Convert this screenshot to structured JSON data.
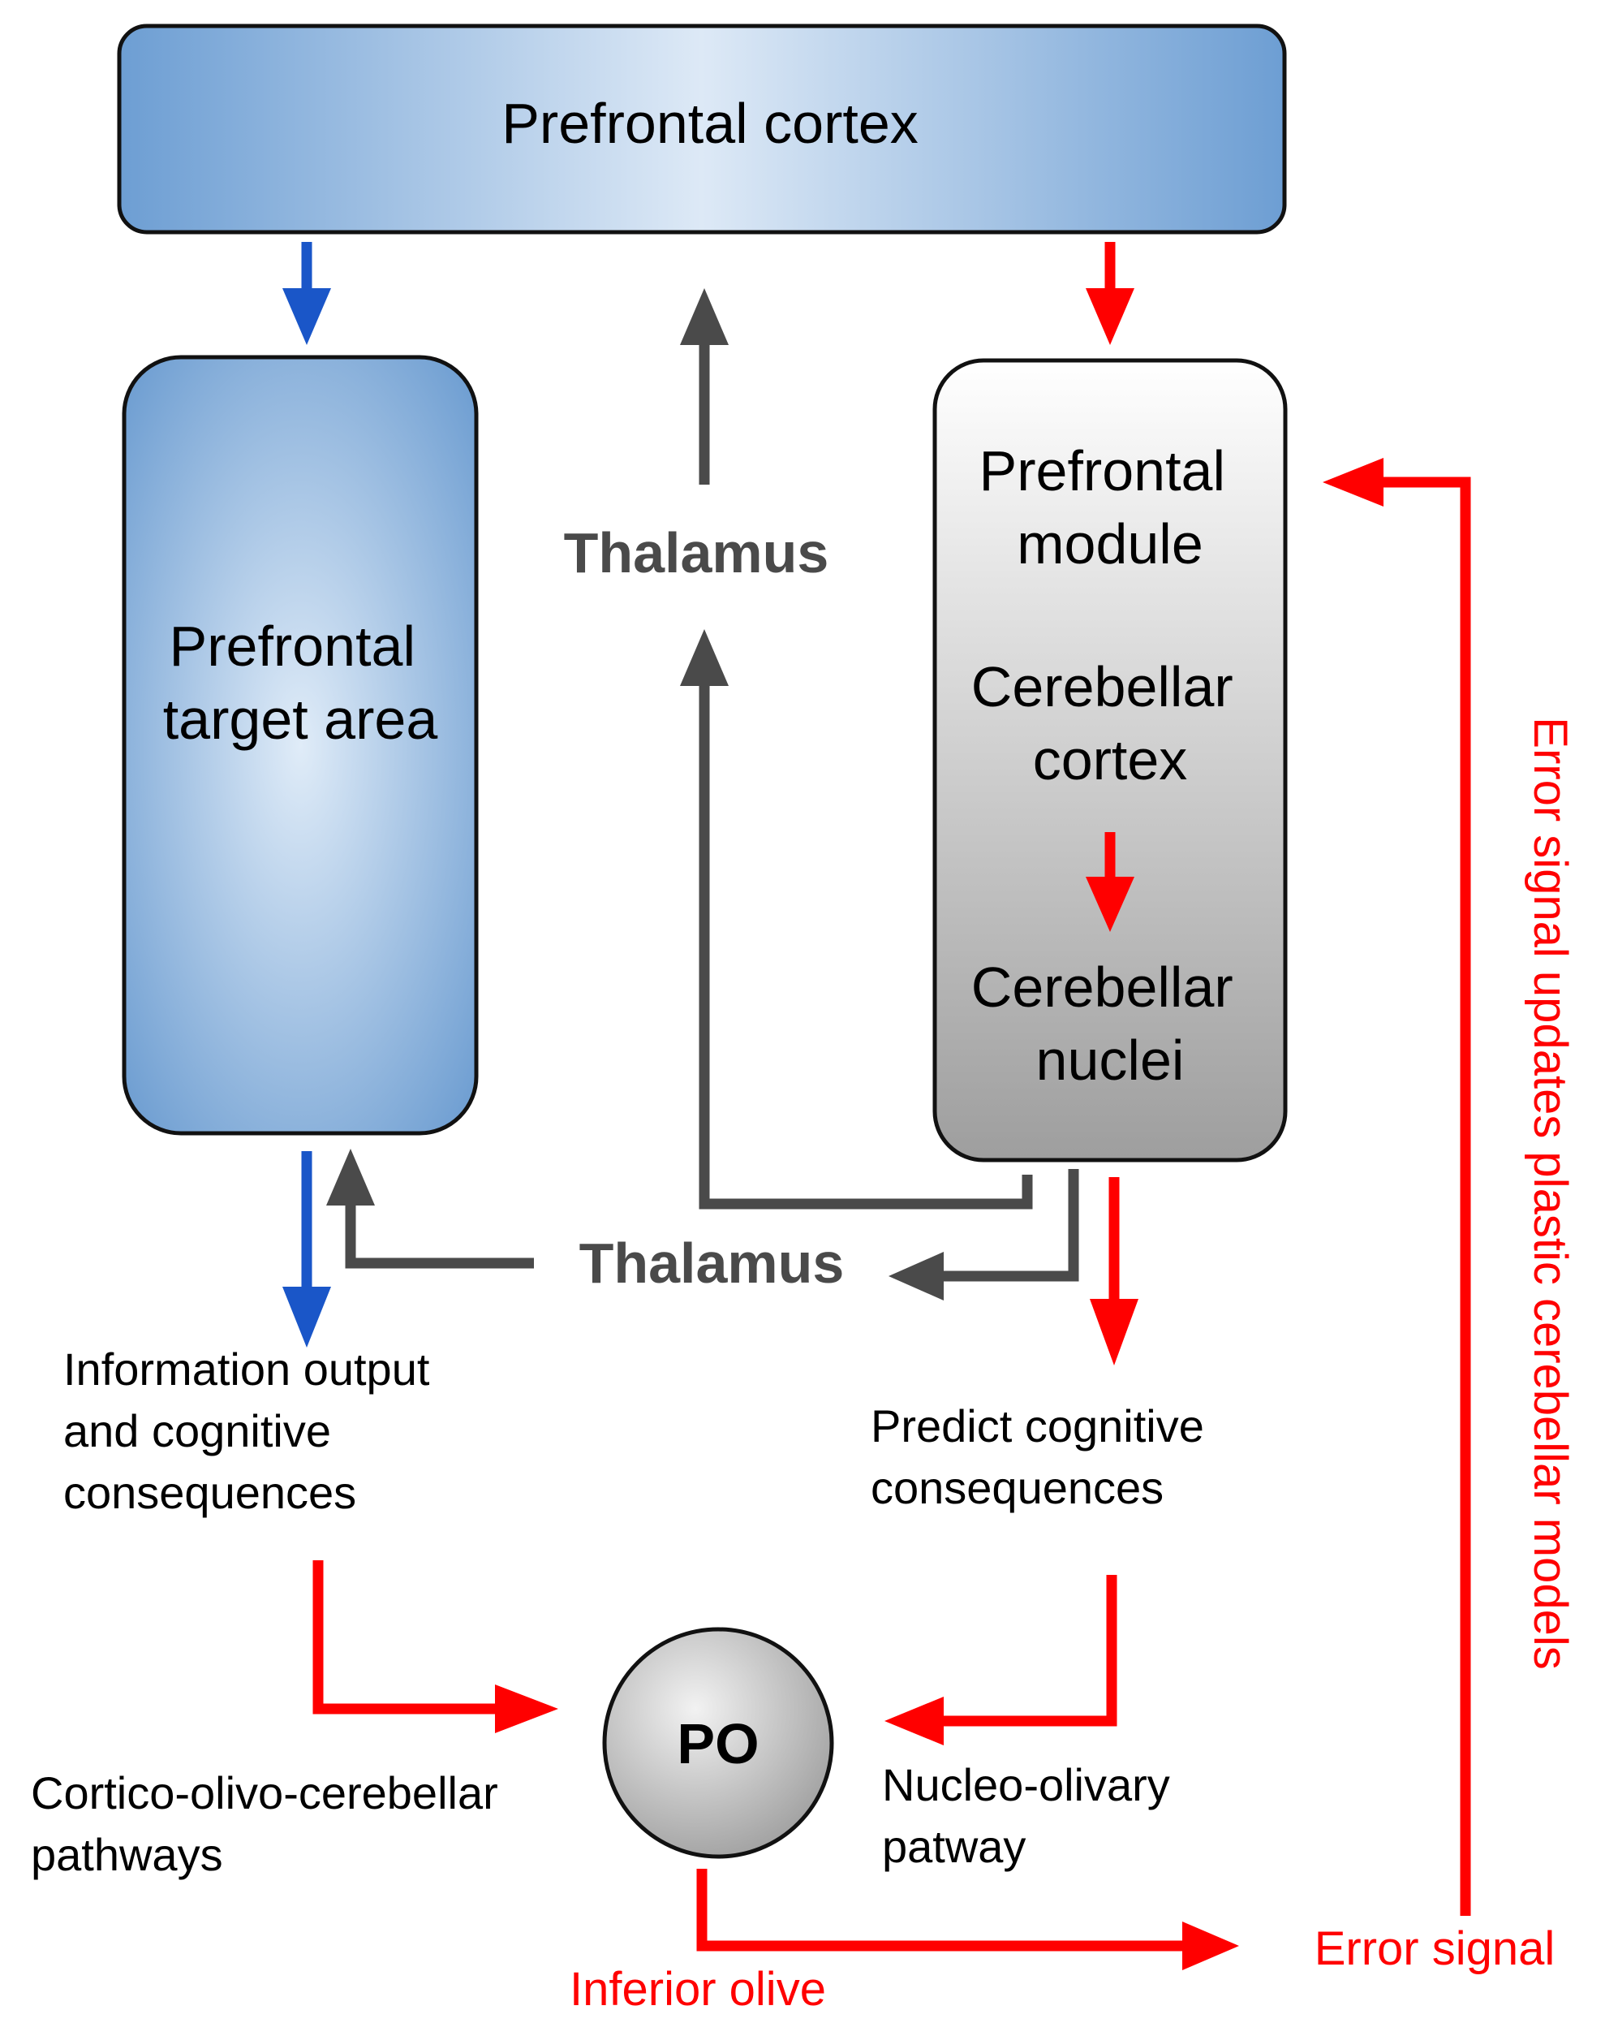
{
  "nodes": {
    "prefrontal_cortex": "Prefrontal cortex",
    "prefrontal_target_area": [
      "Prefrontal",
      "target area"
    ],
    "cerebellar_module": {
      "prefrontal_module": [
        "Prefrontal",
        "module"
      ],
      "cerebellar_cortex": [
        "Cerebellar",
        "cortex"
      ],
      "cerebellar_nuclei": [
        "Cerebellar",
        "nuclei"
      ]
    },
    "po": "PO"
  },
  "labels": {
    "thalamus_upper": "Thalamus",
    "thalamus_lower": "Thalamus",
    "information_output": [
      "Information output",
      "and cognitive",
      "consequences"
    ],
    "predict_consequences": [
      "Predict cognitive",
      "consequences"
    ],
    "cortico_olivo": [
      "Cortico-olivo-cerebellar",
      "pathways"
    ],
    "nucleo_olivary": [
      "Nucleo-olivary",
      "patway"
    ],
    "inferior_olive": "Inferior olive",
    "error_signal": "Error signal",
    "error_signal_updates": "Error signal updates plastic cerebellar models"
  },
  "colors": {
    "blue_arrow": "#1a56c8",
    "red_arrow": "#ff0000",
    "gray_arrow": "#4a4a4a",
    "blue_fill_edge": "#6f9fd2",
    "blue_fill_center": "#dce9f6",
    "gray_fill_top": "#ffffff",
    "gray_fill_bottom": "#9e9e9e"
  }
}
